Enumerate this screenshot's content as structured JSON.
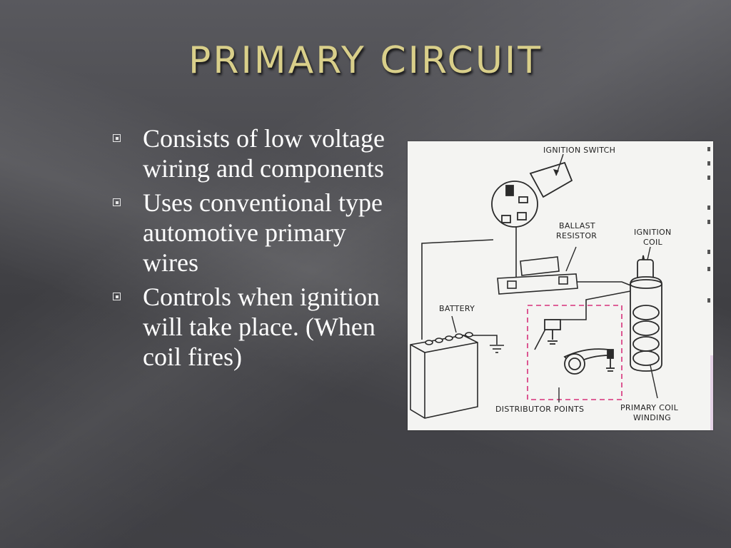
{
  "slide": {
    "title": "PRIMARY CIRCUIT",
    "bullets": [
      {
        "text": "Consists of  low voltage wiring and components"
      },
      {
        "text": "Uses conventional type automotive primary wires"
      },
      {
        "text": "Controls when ignition will take place. (When coil fires)"
      }
    ]
  },
  "diagram": {
    "labels": {
      "ignition_switch": "IGNITION SWITCH",
      "ballast_line1": "BALLAST",
      "ballast_line2": "RESISTOR",
      "coil_line1": "IGNITION",
      "coil_line2": "COIL",
      "battery": "BATTERY",
      "distributor_points": "DISTRIBUTOR POINTS",
      "primary_line1": "PRIMARY COIL",
      "primary_line2": "WINDING"
    }
  },
  "colors": {
    "title": "#d9cf8a",
    "bullet_text": "#ffffff",
    "background": "#4a4a4e",
    "dashed_box": "#d6307a"
  }
}
